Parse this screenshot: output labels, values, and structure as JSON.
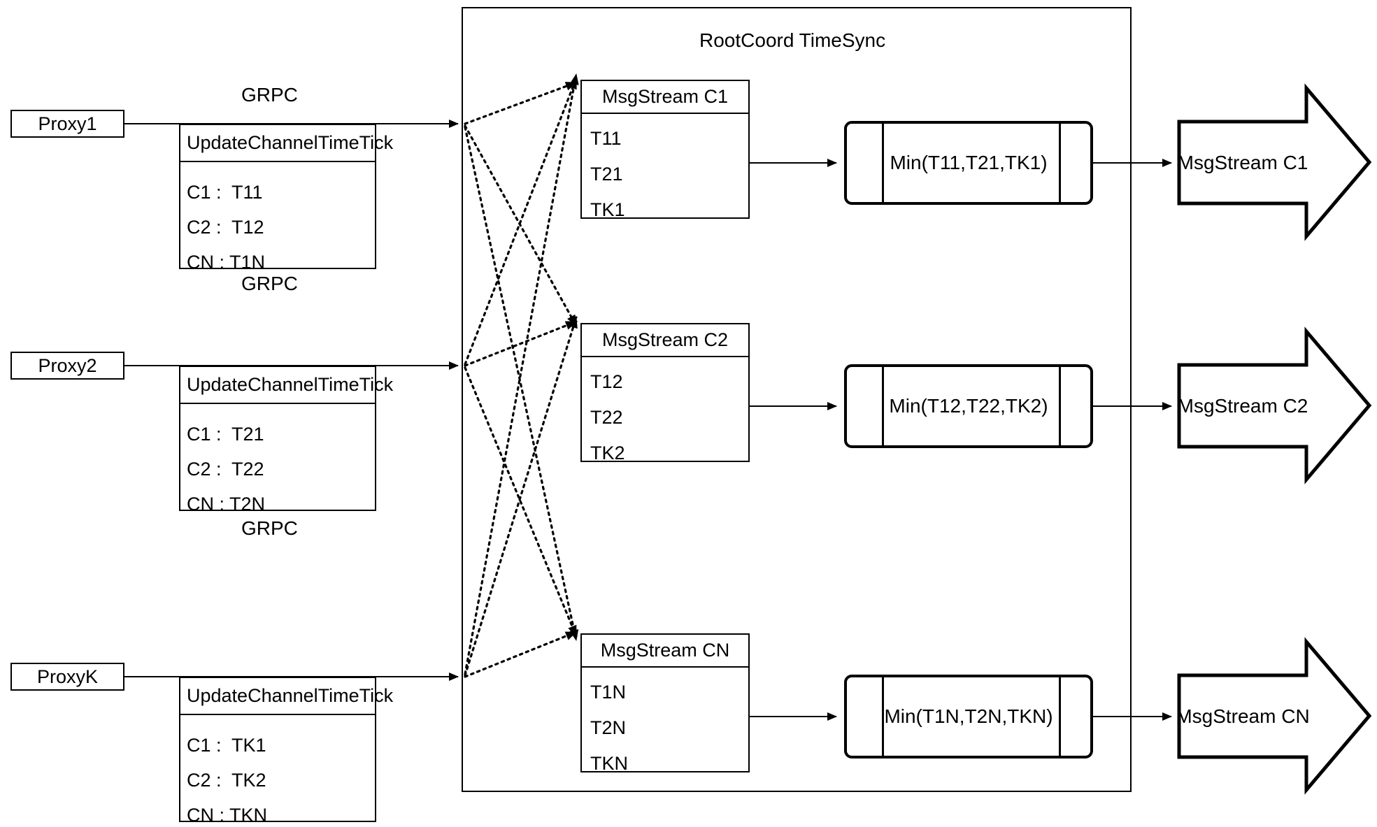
{
  "container": {
    "title": "RootCoord TimeSync"
  },
  "rows": [
    {
      "proxy": "Proxy1",
      "grpc_label": "GRPC",
      "request": {
        "title": "UpdateChannelTimeTick",
        "entries": [
          "C1 :  T11",
          "C2 :  T12",
          "CN : T1N"
        ]
      },
      "stream": {
        "title": "MsgStream C1",
        "ticks": [
          "T11",
          "T21",
          "TK1"
        ]
      },
      "min": "Min(T11,T21,TK1)",
      "output": "MsgStream C1"
    },
    {
      "proxy": "Proxy2",
      "grpc_label": "GRPC",
      "request": {
        "title": "UpdateChannelTimeTick",
        "entries": [
          "C1 :  T21",
          "C2 :  T22",
          "CN : T2N"
        ]
      },
      "stream": {
        "title": "MsgStream C2",
        "ticks": [
          "T12",
          "T22",
          "TK2"
        ]
      },
      "min": "Min(T12,T22,TK2)",
      "output": "MsgStream C2"
    },
    {
      "proxy": "ProxyK",
      "grpc_label": "GRPC",
      "request": {
        "title": "UpdateChannelTimeTick",
        "entries": [
          "C1 :  TK1",
          "C2 :  TK2",
          "CN : TKN"
        ]
      },
      "stream": {
        "title": "MsgStream CN",
        "ticks": [
          "T1N",
          "T2N",
          "TKN"
        ]
      },
      "min": "Min(T1N,T2N,TKN)",
      "output": "MsgStream CN"
    }
  ],
  "colors": {
    "stroke": "#000000",
    "background": "#ffffff"
  }
}
